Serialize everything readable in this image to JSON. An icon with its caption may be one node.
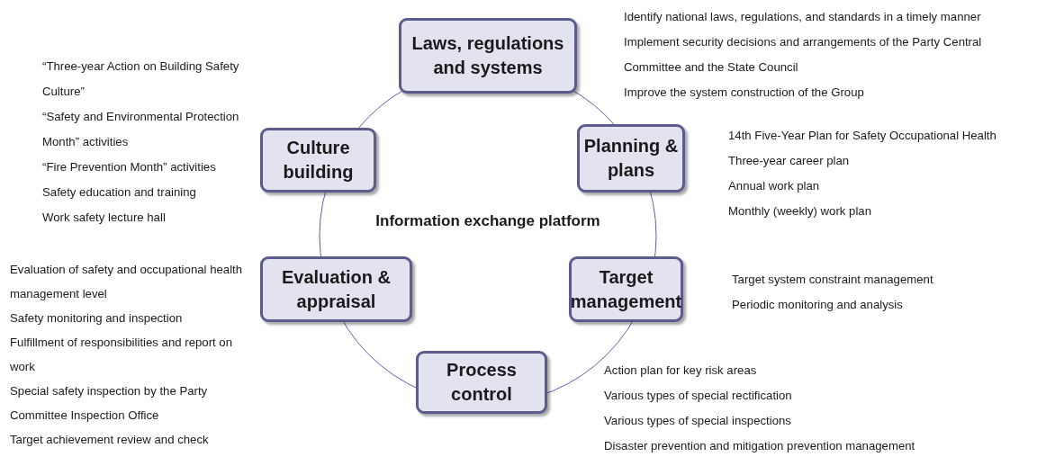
{
  "diagram": {
    "nodes": [
      {
        "text": [
          "Laws, regulations and systems"
        ],
        "beside": [
          "Identify national laws, regulations, and standards in a timely manner",
          "Implement security decisions and arrangements of the Party Central Committee and the State Council",
          "Improve the system construction of the Group"
        ]
      },
      {
        "text": [
          "Planning & plans"
        ],
        "beside": [
          "14th Five-Year Plan for Safety Occupational Health",
          "Three-year career plan",
          "Annual work plan",
          "Monthly (weekly) work plan"
        ]
      },
      {
        "text": [
          "Target management"
        ],
        "beside": [
          "Target system constraint management",
          "Periodic monitoring and analysis"
        ]
      },
      {
        "text": [
          "Process control"
        ],
        "beside": [
          "Action plan for key risk areas",
          "Various types of special rectification",
          "Various types of special inspections",
          "Disaster prevention and mitigation prevention management"
        ]
      },
      {
        "text": [
          "Evaluation & appraisal"
        ],
        "beside": [
          "Evaluation of safety and occupational health management level",
          "Safety monitoring and inspection",
          "Fulfillment of responsibilities and report on work",
          "Special safety inspection by the Party Committee Inspection Office",
          "Target achievement review and check"
        ]
      },
      {
        "text": [
          "Culture building"
        ],
        "beside": [
          "“Three-year Action on Building Safety Culture”",
          "“Safety and Environmental Protection Month” activities",
          "“Fire Prevention Month” activities",
          "Safety education and training",
          "Work safety lecture hall"
        ]
      }
    ],
    "labels": [
      "Information exchange platform"
    ]
  }
}
